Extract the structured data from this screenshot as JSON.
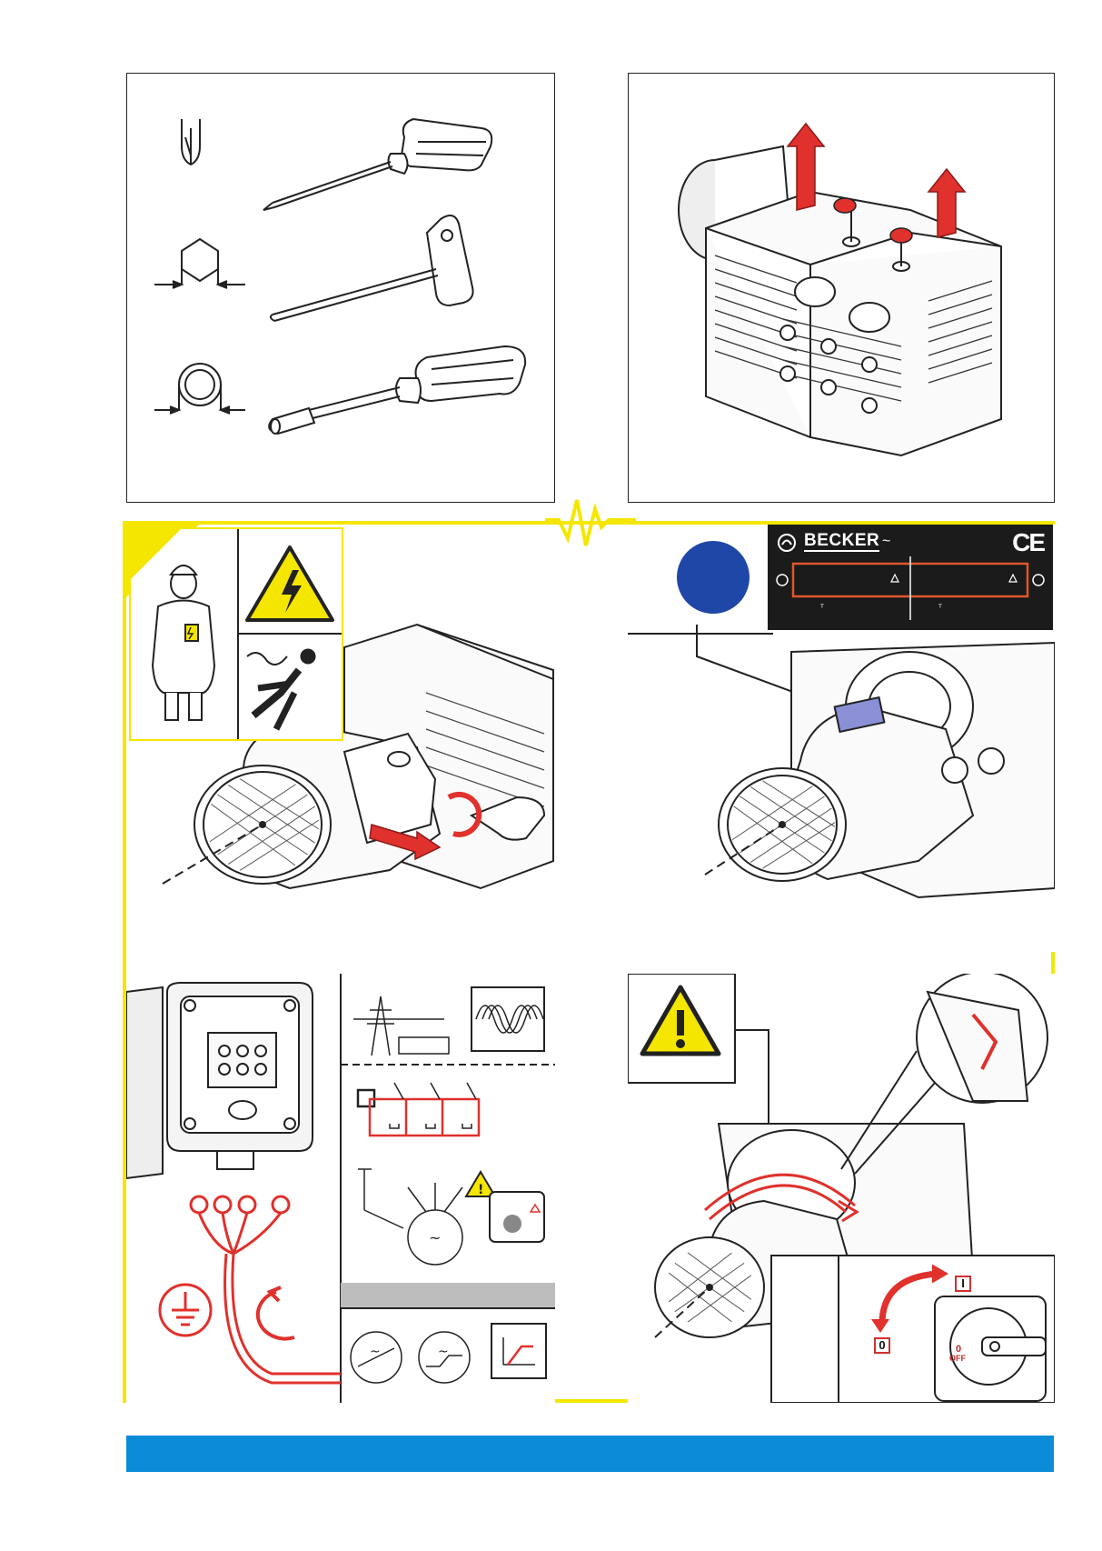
{
  "nameplate": {
    "brand": "BECKER",
    "tilde": "~",
    "ce_mark": "CE"
  },
  "switch": {
    "on_label": "I",
    "off_label": "0",
    "dial_off_text": "OFF",
    "dial_zero": "0"
  },
  "colors": {
    "accent_red": "#e0312c",
    "warning_yellow": "#f5e600",
    "footer_blue": "#0b8bd8",
    "marker_blue": "#1f47a8",
    "plate_black": "#1b1b1b"
  },
  "icons": [
    "screwdriver-icon",
    "t-handle-key-icon",
    "socket-wrench-icon",
    "high-voltage-warning-icon",
    "electrocution-icon",
    "electrician-icon",
    "caution-icon",
    "main-switch-icon",
    "ground-icon",
    "motor-icon",
    "thermistor-icon"
  ]
}
